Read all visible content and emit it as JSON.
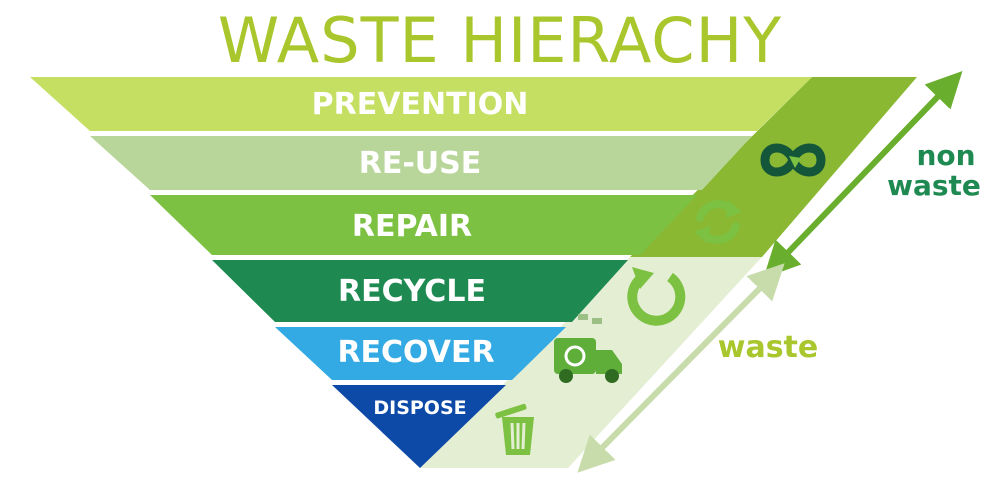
{
  "title": "WASTE HIERACHY",
  "tiers": [
    {
      "label": "PREVENTION",
      "color": "#c5df63"
    },
    {
      "label": "RE-USE",
      "color": "#b9d69a"
    },
    {
      "label": "REPAIR",
      "color": "#7cc142"
    },
    {
      "label": "RECYCLE",
      "color": "#1e8a52"
    },
    {
      "label": "RECOVER",
      "color": "#33aae3"
    },
    {
      "label": "DISPOSE",
      "color": "#0d4aa8"
    }
  ],
  "side_labels": {
    "non_waste_line1": "non",
    "non_waste_line2": "waste",
    "non_waste_color": "#1e8a52",
    "waste": "waste",
    "waste_color": "#a9c62d"
  },
  "icons": [
    "infinity-loop-icon",
    "recycle-arrows-icon",
    "circular-arrow-icon",
    "recycling-truck-icon",
    "trash-bin-icon"
  ],
  "colors": {
    "non_waste_band": "#8ab833",
    "waste_band": "#e4eed3",
    "non_waste_arrow": "#6aae2e",
    "waste_arrow": "#c7dcaa"
  }
}
